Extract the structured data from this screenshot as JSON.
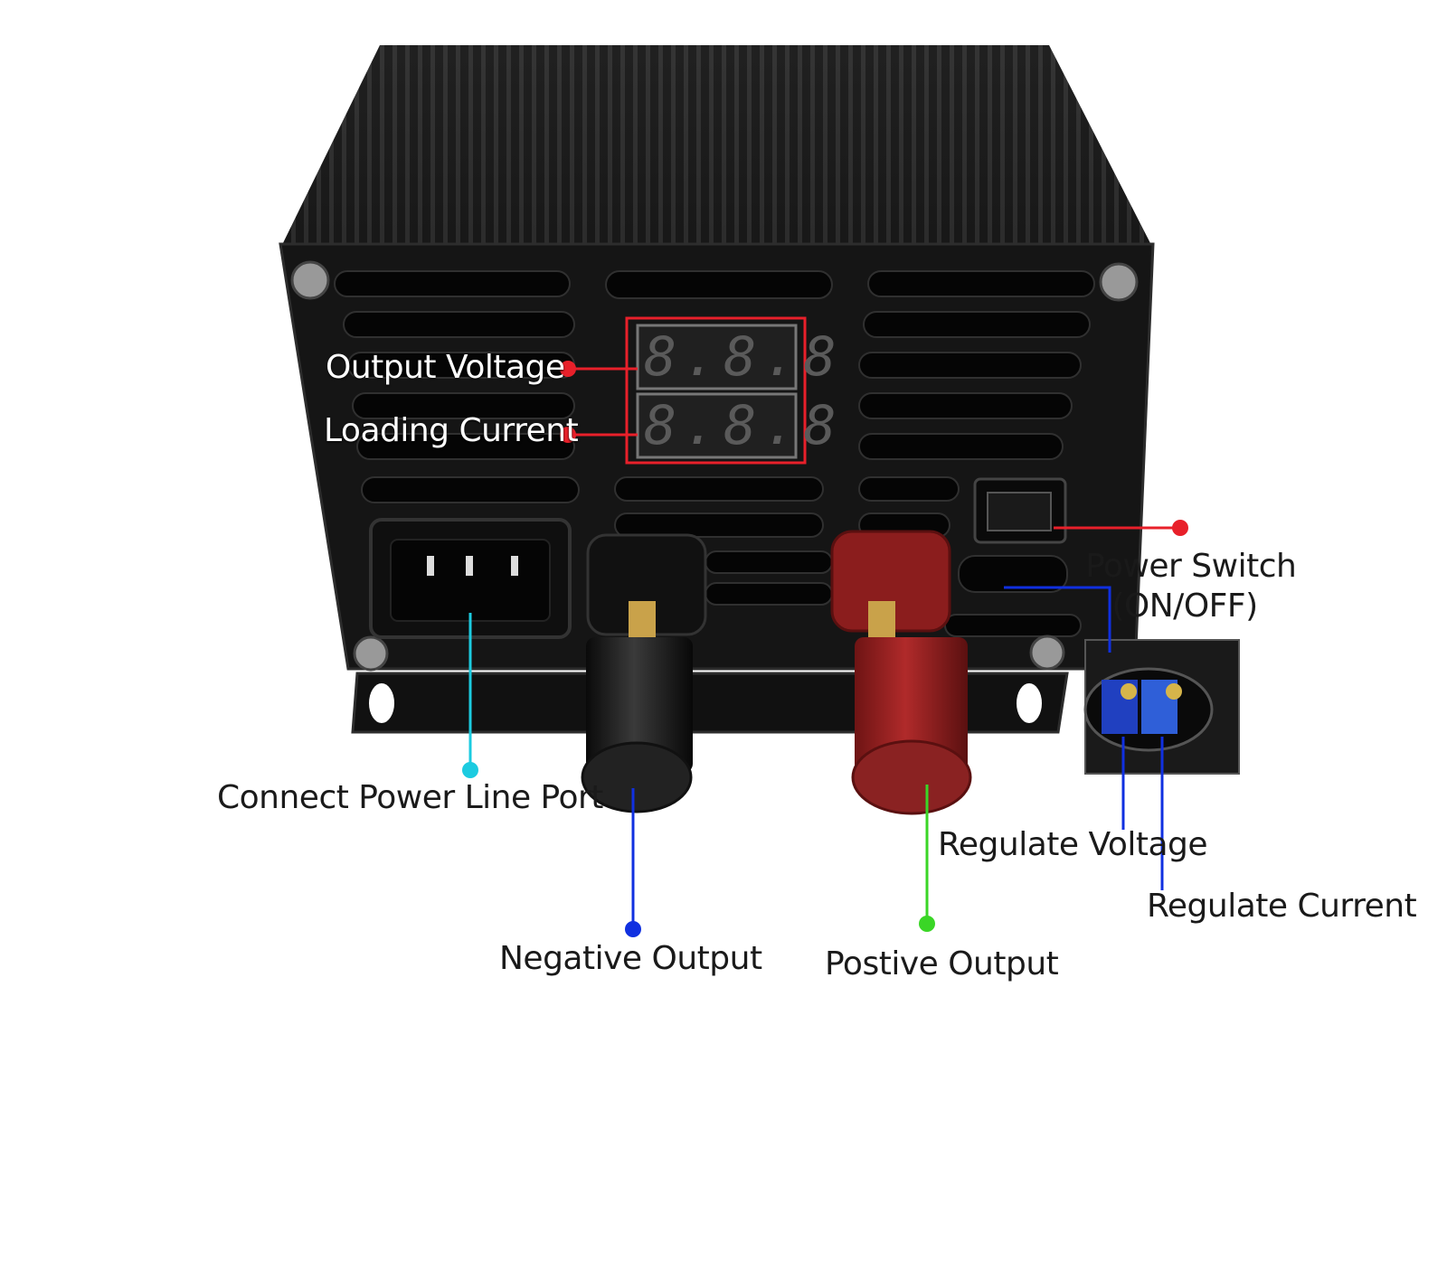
{
  "labels": {
    "output_voltage": "Output Voltage",
    "loading_current": "Loading Current",
    "power_switch_line1": "Power Switch",
    "power_switch_line2": "(ON/OFF)",
    "connect_power_line_port": "Connect Power Line Port",
    "negative_output": "Negative Output",
    "postive_output": "Postive Output",
    "regulate_voltage": "Regulate Voltage",
    "regulate_current": "Regulate Current"
  },
  "display": {
    "top_readout": "8.8.8",
    "bottom_readout": "8.8.8"
  },
  "colors": {
    "red_marker": "#e8202a",
    "cyan_marker": "#1ccbe0",
    "blue_marker": "#1030e0",
    "green_marker": "#3ad626",
    "casing": "#151515",
    "negative_terminal": "#1c1c1c",
    "positive_terminal": "#8b1d1d"
  }
}
